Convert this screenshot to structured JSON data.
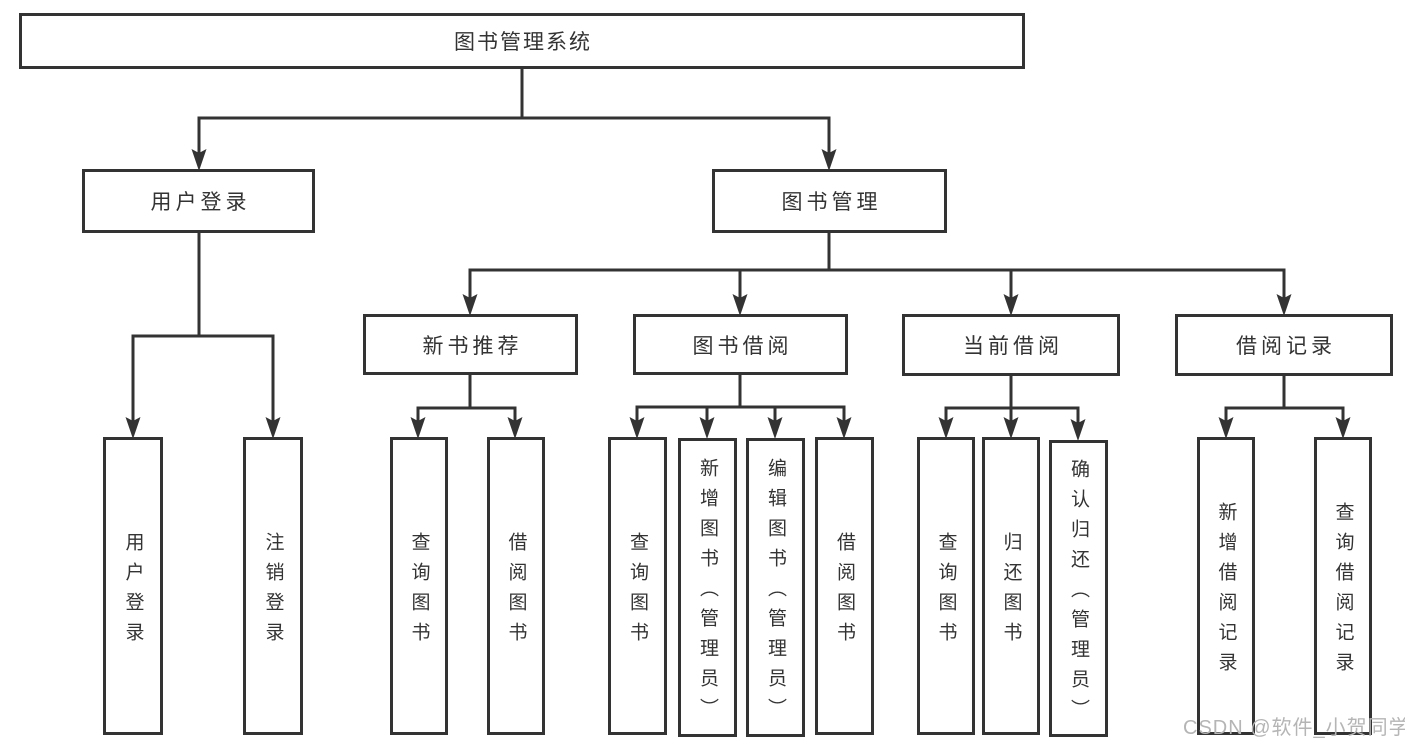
{
  "diagram_type": "hierarchy-tree",
  "tree": {
    "root": {
      "label": "图书管理系统"
    },
    "children": [
      {
        "label": "用户登录",
        "children": [
          {
            "label": "用户登录"
          },
          {
            "label": "注销登录"
          }
        ]
      },
      {
        "label": "图书管理",
        "children": [
          {
            "label": "新书推荐",
            "children": [
              {
                "label": "查询图书"
              },
              {
                "label": "借阅图书"
              }
            ]
          },
          {
            "label": "图书借阅",
            "children": [
              {
                "label": "查询图书"
              },
              {
                "label": "新增图书（管理员）"
              },
              {
                "label": "编辑图书（管理员）"
              },
              {
                "label": "借阅图书"
              }
            ]
          },
          {
            "label": "当前借阅",
            "children": [
              {
                "label": "查询图书"
              },
              {
                "label": "归还图书"
              },
              {
                "label": "确认归还（管理员）"
              }
            ]
          },
          {
            "label": "借阅记录",
            "children": [
              {
                "label": "新增借阅记录"
              },
              {
                "label": "查询借阅记录"
              }
            ]
          }
        ]
      }
    ]
  },
  "watermark": "CSDN @软件_小贺同学",
  "colors": {
    "line": "#333333",
    "text": "#333333",
    "box_background": "#ffffff",
    "watermark": "#b5b5b5",
    "background": "#ffffff"
  }
}
